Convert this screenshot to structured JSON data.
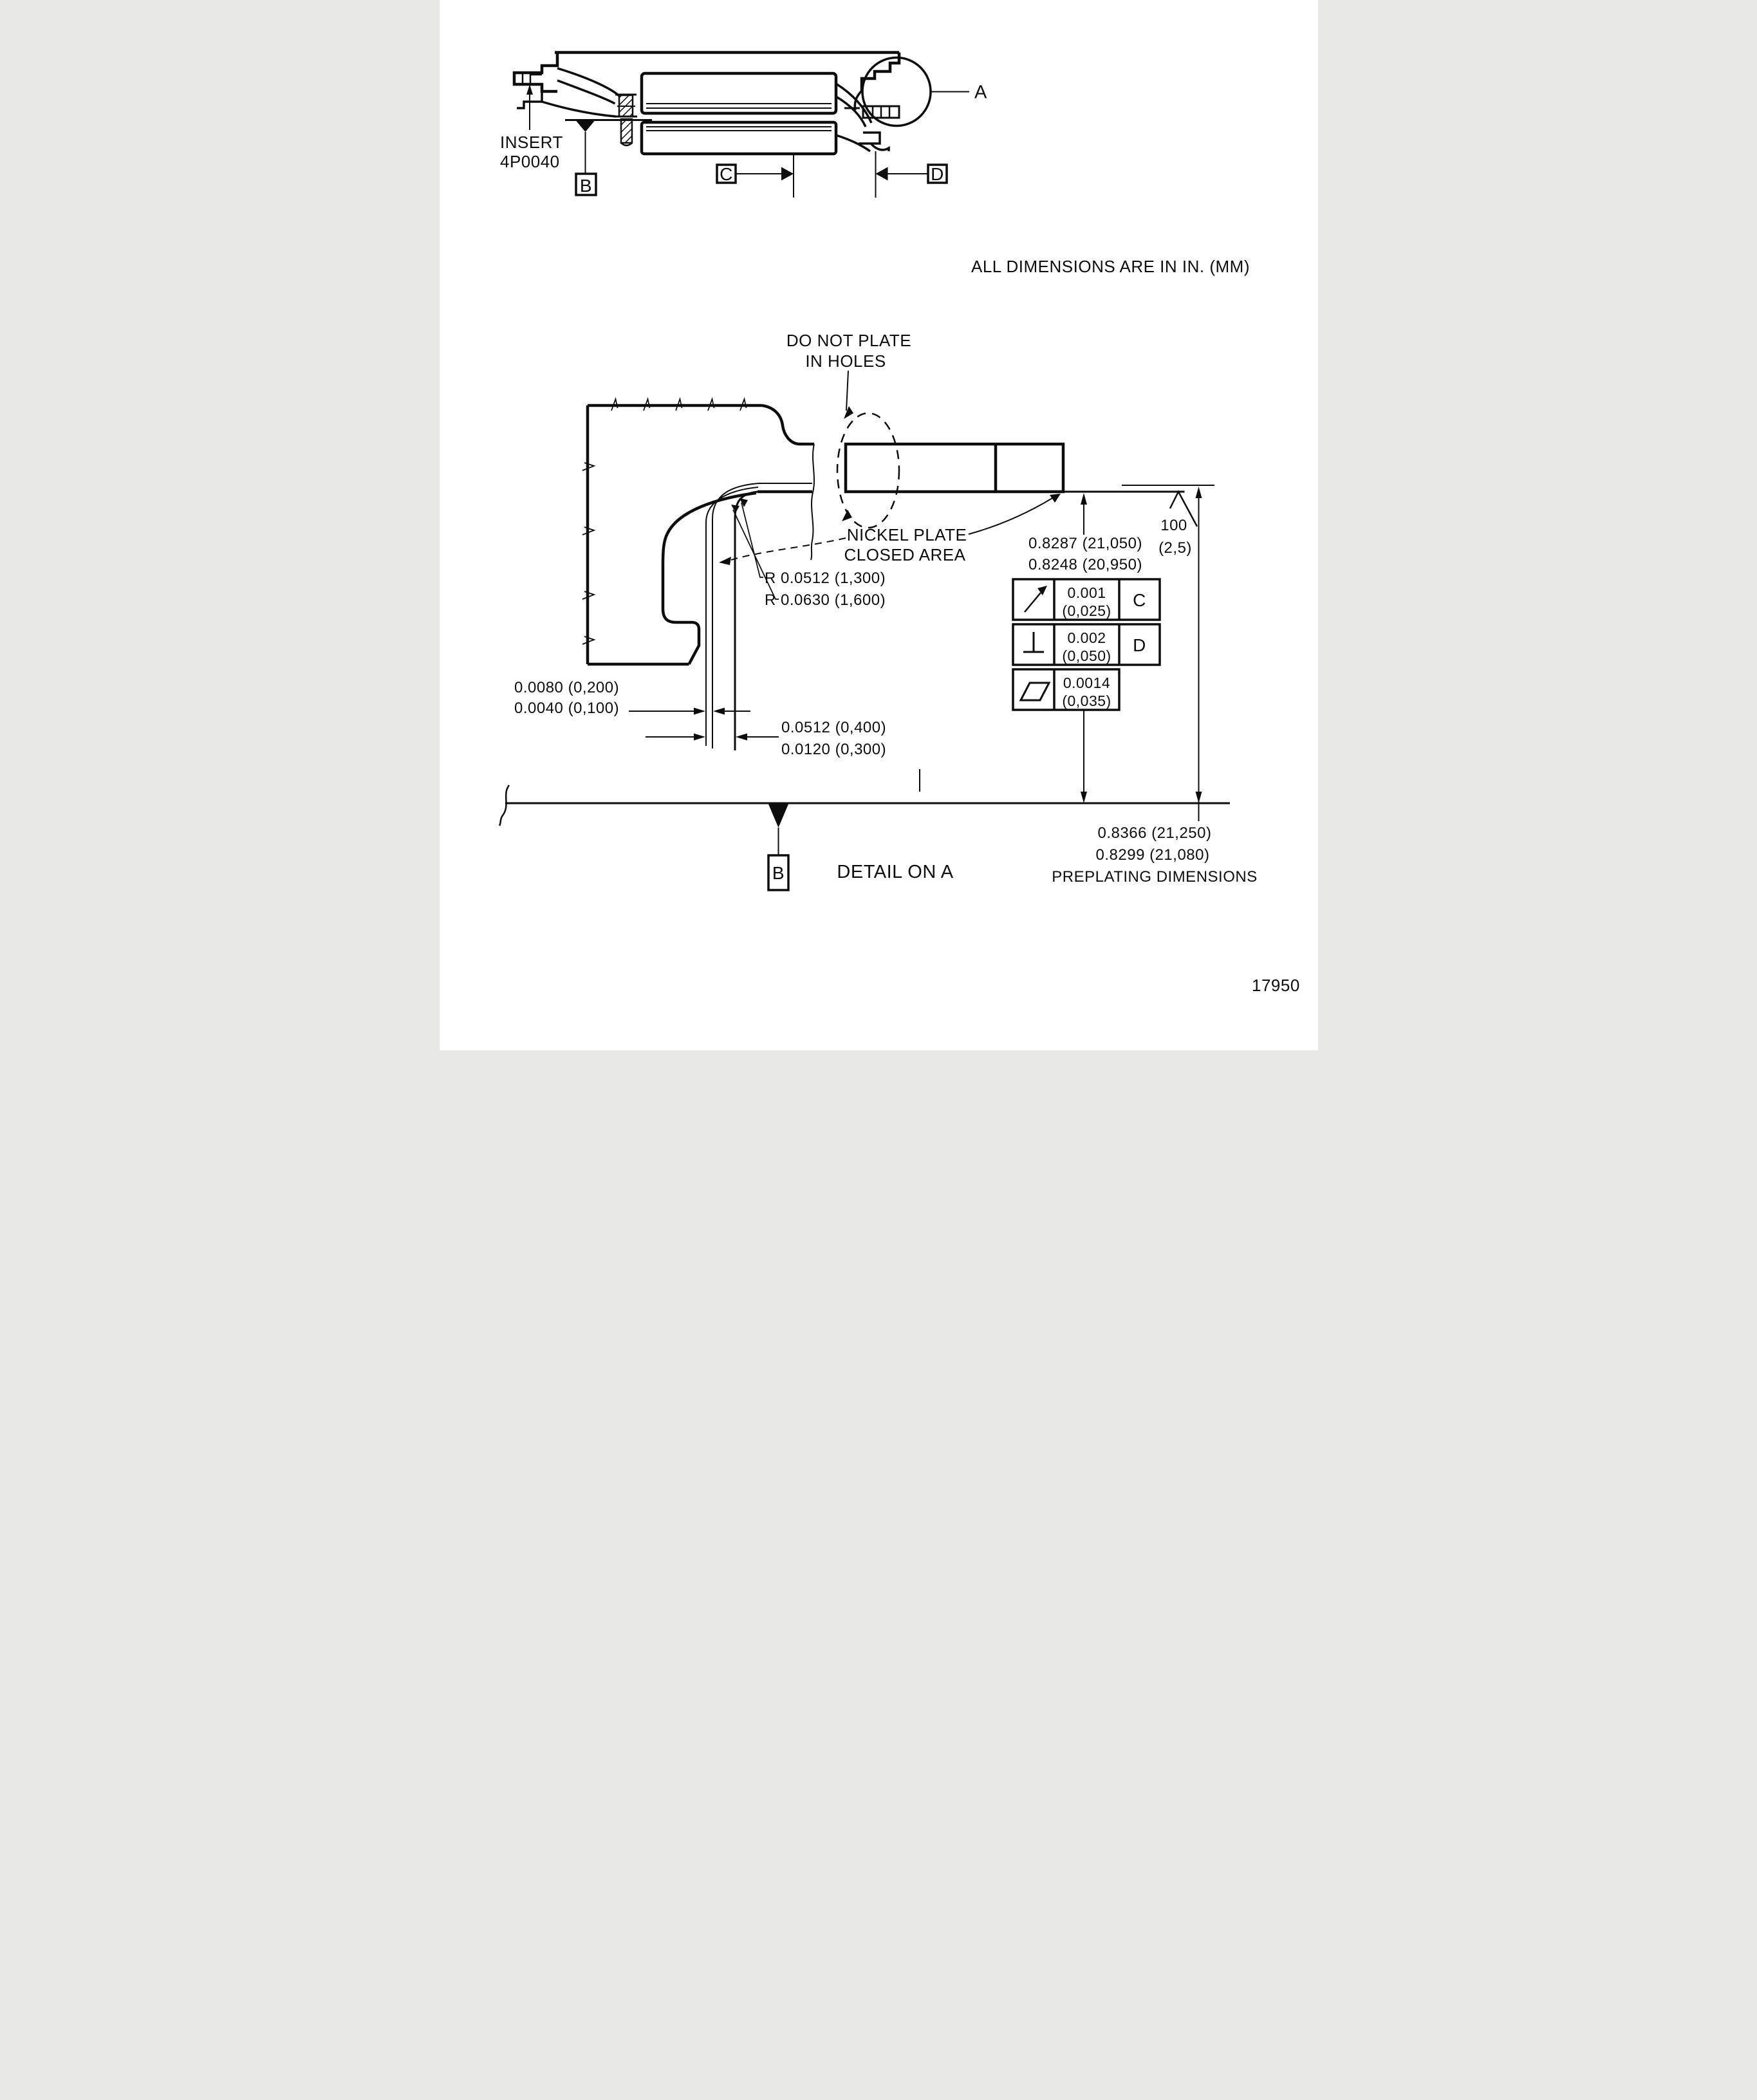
{
  "drawing": {
    "units_note": "ALL DIMENSIONS ARE IN IN. (MM)",
    "figure_number": "17950",
    "top_view": {
      "insert_line1": "INSERT",
      "insert_line2": "4P0040",
      "datum_b": "B",
      "datum_c": "C",
      "datum_d": "D",
      "detail_label": "A"
    },
    "detail_view": {
      "title": "DETAIL ON A",
      "do_not_plate_1": "DO NOT PLATE",
      "do_not_plate_2": "IN HOLES",
      "nickel_plate_1": "NICKEL PLATE",
      "nickel_plate_2": "CLOSED AREA",
      "radius_dim_1": "R 0.0512 (1,300)",
      "radius_dim_2": "R 0.0630 (1,600)",
      "plating_thickness_dim_1": "0.0080 (0,200)",
      "plating_thickness_dim_2": "0.0040 (0,100)",
      "wall_offset_dim_1": "0.0512 (0,400)",
      "wall_offset_dim_2": "0.0120 (0,300)",
      "plated_height_dim_1": "0.8287 (21,050)",
      "plated_height_dim_2": "0.8248 (20,950)",
      "preplating_dim_1": "0.8366 (21,250)",
      "preplating_dim_2": "0.8299 (21,080)",
      "preplating_label": "PREPLATING DIMENSIONS",
      "surface_roughness": "100",
      "surface_roughness_mm": "(2,5)",
      "datum_b": "B",
      "fcf": [
        {
          "symbol": "circular-runout",
          "tol": "0.001",
          "tol_mm": "(0,025)",
          "datum": "C"
        },
        {
          "symbol": "perpendicularity",
          "tol": "0.002",
          "tol_mm": "(0,050)",
          "datum": "D"
        },
        {
          "symbol": "flatness",
          "tol": "0.0014",
          "tol_mm": "(0,035)"
        }
      ]
    }
  }
}
